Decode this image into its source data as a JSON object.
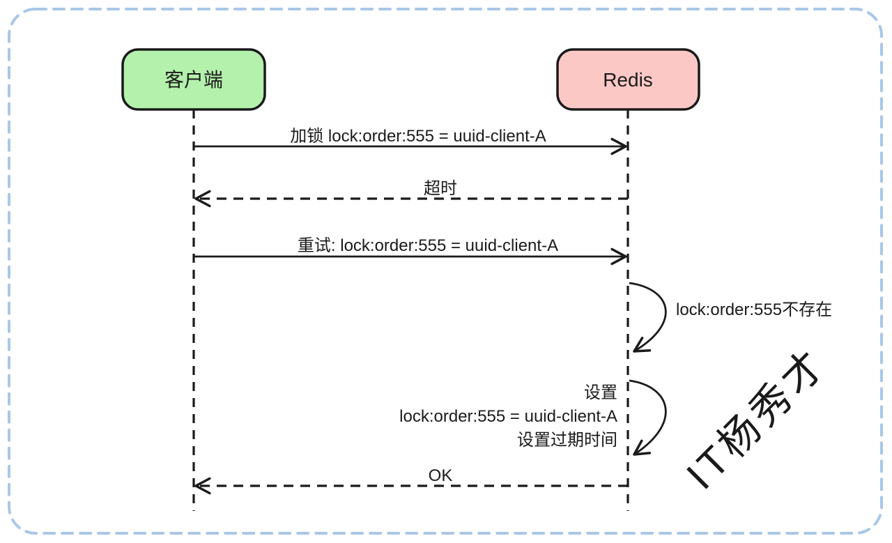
{
  "diagram": {
    "title_hint": "Redis distributed lock retry sequence",
    "border_color": "#a9c7e7",
    "line_color": "#1a1a1a",
    "watermark": {
      "text": "IT杨秀才",
      "color": "#9b9b9b"
    },
    "actors": [
      {
        "id": "client",
        "label": "客户端",
        "fill": "#b4f1ac"
      },
      {
        "id": "redis",
        "label": "Redis",
        "fill": "#fcc8c6"
      }
    ],
    "messages": [
      {
        "type": "solid-arrow",
        "from": "客户端",
        "to": "Redis",
        "label": "加锁 lock:order:555 = uuid-client-A"
      },
      {
        "type": "dashed-arrow",
        "from": "Redis",
        "to": "客户端",
        "label": "超时"
      },
      {
        "type": "solid-arrow",
        "from": "客户端",
        "to": "Redis",
        "label": "重试: lock:order:555 = uuid-client-A"
      },
      {
        "type": "self-loop",
        "on": "Redis",
        "label": "lock:order:555不存在"
      },
      {
        "type": "self-loop",
        "on": "Redis",
        "label_lines": [
          "设置",
          "lock:order:555 = uuid-client-A",
          "设置过期时间"
        ]
      },
      {
        "type": "dashed-arrow",
        "from": "Redis",
        "to": "客户端",
        "label": "OK"
      }
    ]
  }
}
